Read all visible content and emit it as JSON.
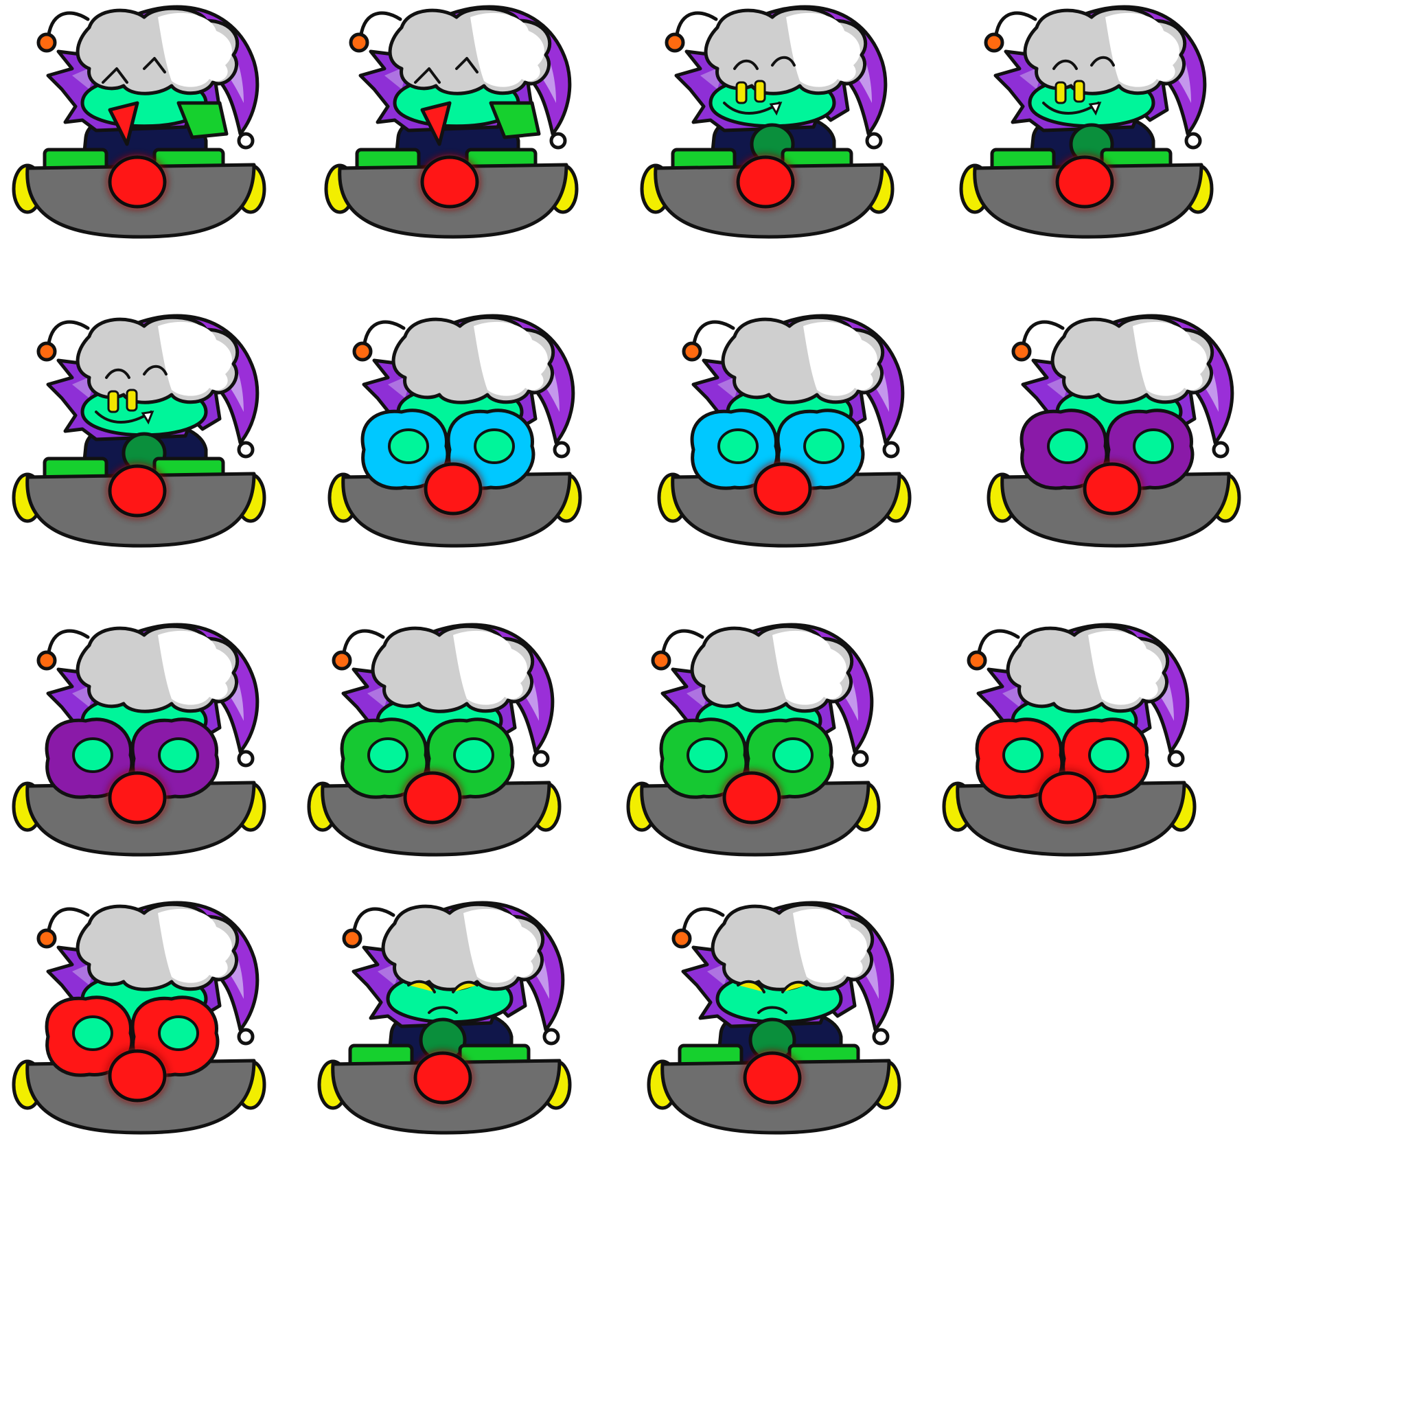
{
  "sheet": {
    "background": "#ffffff",
    "palette": {
      "outline": "#111111",
      "skin": "#00f59a",
      "skin_dark": "#0a8f3c",
      "hair": "#8e2fd6",
      "hair_light": "#b784e3",
      "hat": "#9a2fd8",
      "hat_light": "#c9a3ee",
      "cloud_gray": "#cfcfcf",
      "cloud_white": "#ffffff",
      "suit": "#10164a",
      "tie": "#ff1a1a",
      "hands": "#16d02e",
      "bowl": "#6e6e6e",
      "ear": "#f2ee00",
      "nose": "#ff1616",
      "antenna_bulb": "#ff6a10",
      "eye_yellow": "#f2e600"
    },
    "frames": [
      {
        "expression": "laugh-tie",
        "glasses": "none",
        "icon": "jester-hat-icon"
      },
      {
        "expression": "laugh-tie",
        "glasses": "none",
        "icon": "jester-hat-icon"
      },
      {
        "expression": "smile",
        "glasses": "none",
        "icon": "jester-hat-icon"
      },
      {
        "expression": "smile",
        "glasses": "none",
        "icon": "jester-hat-icon"
      },
      {
        "expression": "smile",
        "glasses": "none",
        "icon": "jester-hat-icon"
      },
      {
        "expression": "masked",
        "glasses": "#00c8ff",
        "icon": "clown-glasses-icon"
      },
      {
        "expression": "masked",
        "glasses": "#00c8ff",
        "icon": "clown-glasses-icon"
      },
      {
        "expression": "masked",
        "glasses": "#8a1aa8",
        "icon": "clown-glasses-icon"
      },
      {
        "expression": "masked",
        "glasses": "#8a1aa8",
        "icon": "clown-glasses-icon"
      },
      {
        "expression": "masked",
        "glasses": "#16c832",
        "icon": "clown-glasses-icon"
      },
      {
        "expression": "masked",
        "glasses": "#16c832",
        "icon": "clown-glasses-icon"
      },
      {
        "expression": "masked",
        "glasses": "#ff1616",
        "icon": "clown-glasses-icon"
      },
      {
        "expression": "masked",
        "glasses": "#ff1616",
        "icon": "clown-glasses-icon"
      },
      {
        "expression": "sad",
        "glasses": "none",
        "icon": "jester-hat-icon"
      },
      {
        "expression": "sad",
        "glasses": "none",
        "icon": "jester-hat-icon"
      }
    ]
  }
}
